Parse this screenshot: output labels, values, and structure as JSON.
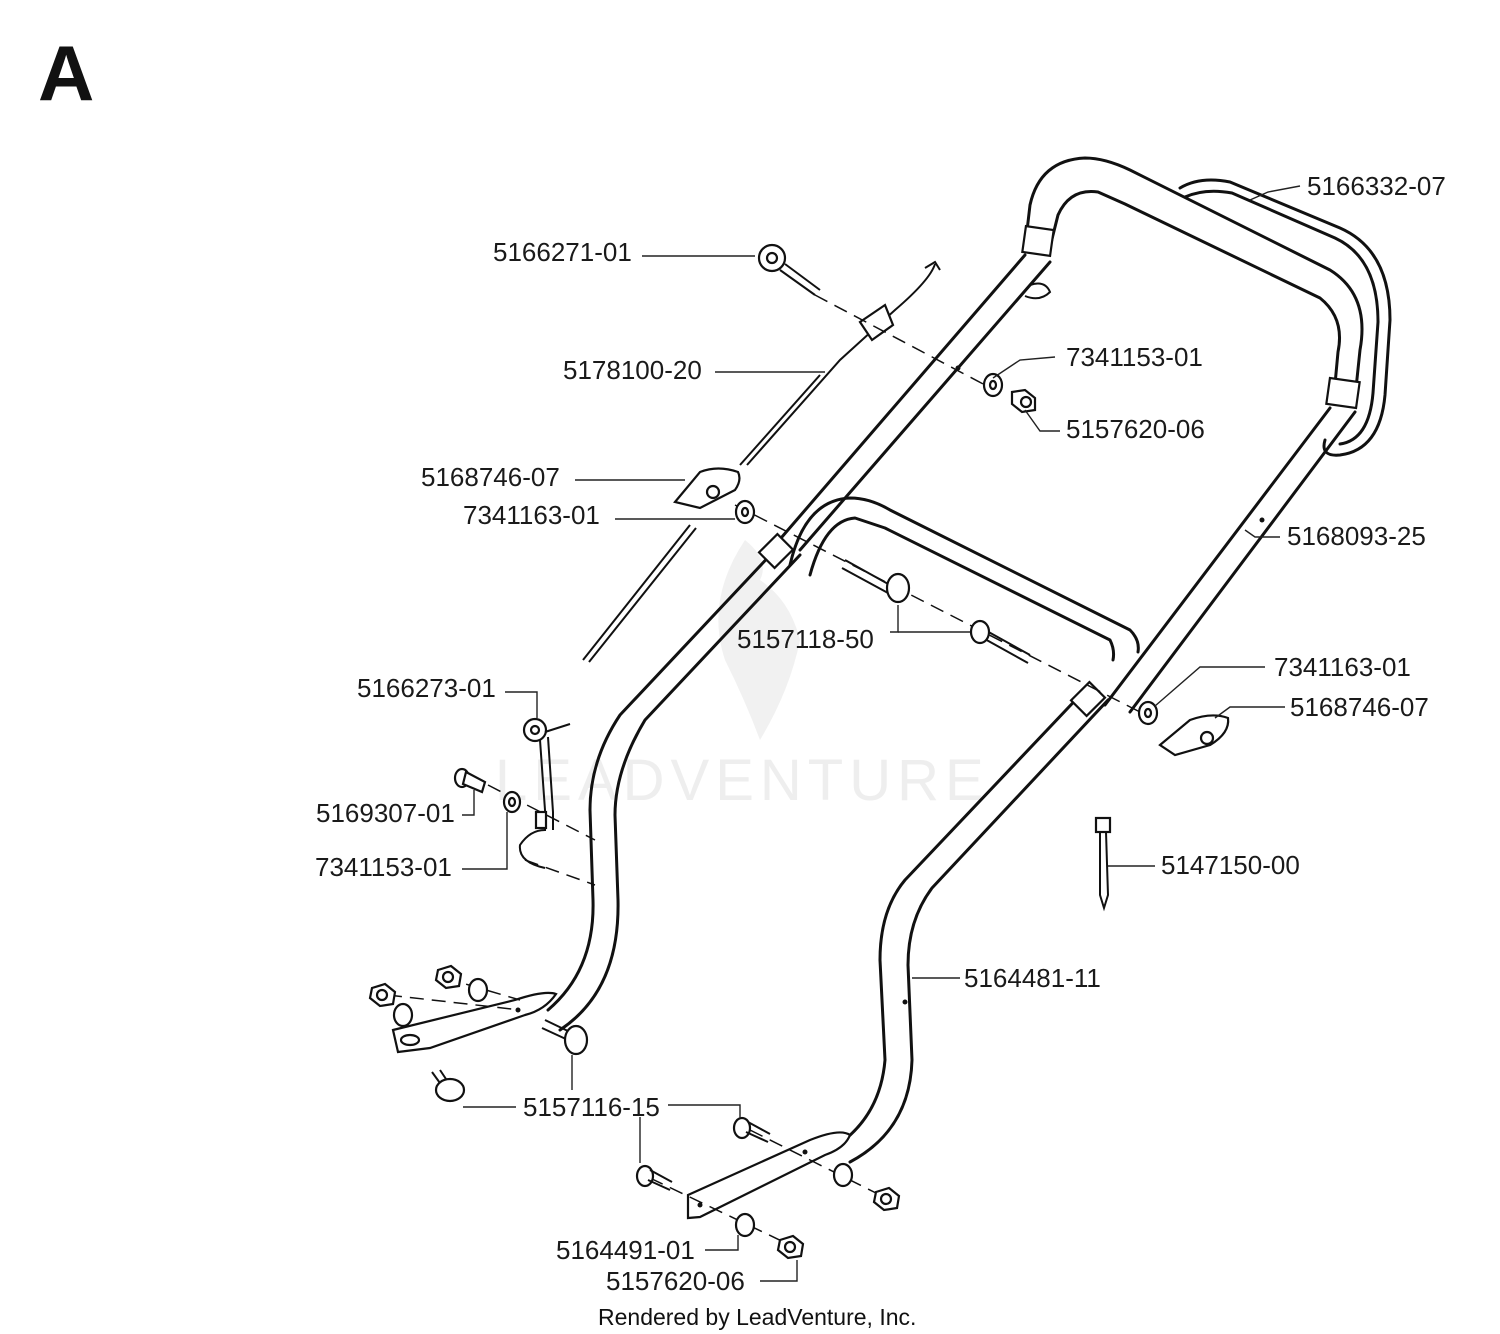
{
  "section": "A",
  "watermark": "LEADVENTURE",
  "footer": "Rendered by LeadVenture, Inc.",
  "labels": {
    "top_handle": "5166332-07",
    "cable_eye": "5166271-01",
    "control_cable": "5178100-20",
    "washer_top": "7341153-01",
    "nut_top": "5157620-06",
    "knob_left": "5168746-07",
    "washer_left": "7341163-01",
    "upper_handle": "5168093-25",
    "bolt_center": "5157118-50",
    "washer_right": "7341163-01",
    "knob_right": "5168746-07",
    "rod_left": "5166273-01",
    "screw_left": "5169307-01",
    "washer_left_low": "7341153-01",
    "cable_tie": "5147150-00",
    "lower_handle": "5164481-11",
    "carriage_bolt": "5157116-15",
    "bracket": "5164491-01",
    "nut_bottom": "5157620-06"
  }
}
